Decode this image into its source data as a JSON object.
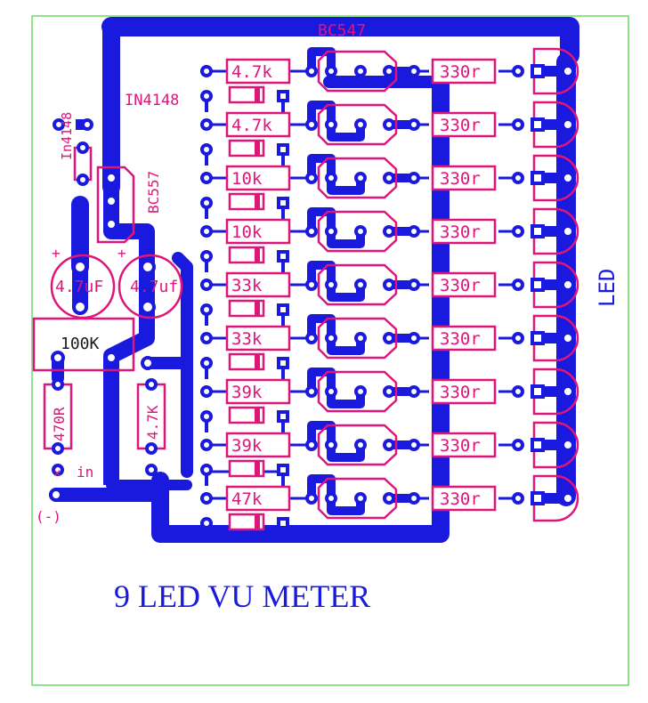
{
  "title": "9 LED VU METER",
  "colors": {
    "copper": "#1a1adf",
    "silk": "#e0157a",
    "border": "#66dd66",
    "background": "#ffffff"
  },
  "labels": {
    "bc547": "BC547",
    "in4148_top": "IN4148",
    "in4148_side": "In4148",
    "bc557": "BC557",
    "cap1": "4.7uF",
    "cap2": "4.7uf",
    "pot": "100K",
    "r470": "470R",
    "r47k": "4.7K",
    "input": "in",
    "minus": "(-)",
    "led": "LED"
  },
  "resistors_left": [
    "4.7k",
    "4.7k",
    "10k",
    "10k",
    "33k",
    "33k",
    "39k",
    "39k",
    "47k"
  ],
  "resistors_right": [
    "330r",
    "330r",
    "330r",
    "330r",
    "330r",
    "330r",
    "330r",
    "330r",
    "330r"
  ]
}
